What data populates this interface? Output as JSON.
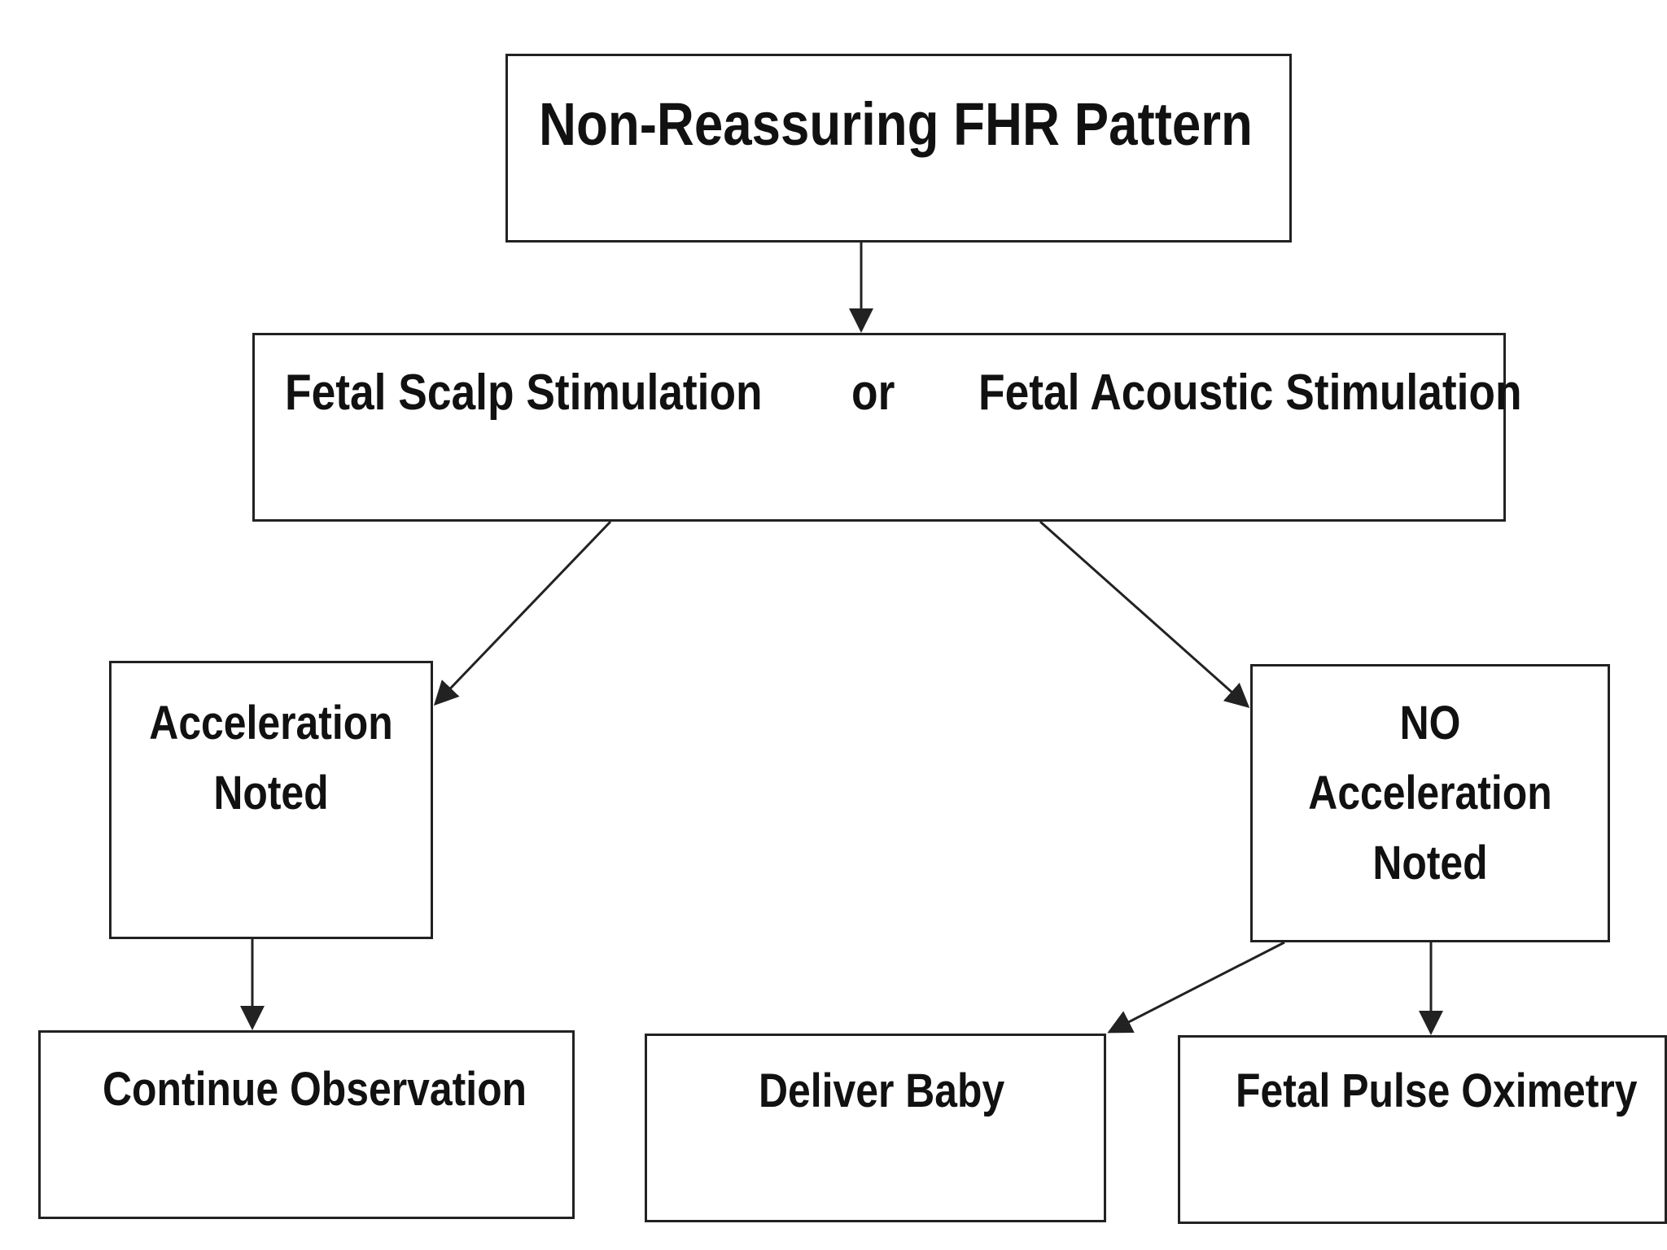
{
  "nodes": {
    "root": "Non-Reassuring FHR Pattern",
    "stimulation": {
      "left": "Fetal Scalp Stimulation",
      "or": "or",
      "right": "Fetal Acoustic Stimulation"
    },
    "acceleration": {
      "line1": "Acceleration",
      "line2": "Noted"
    },
    "no_acceleration": {
      "line1": "NO",
      "line2": "Acceleration",
      "line3": "Noted"
    },
    "continue": "Continue Observation",
    "deliver": "Deliver Baby",
    "oximetry": "Fetal Pulse Oximetry"
  },
  "colors": {
    "line": "#222222",
    "text": "#111111",
    "background": "#ffffff"
  }
}
